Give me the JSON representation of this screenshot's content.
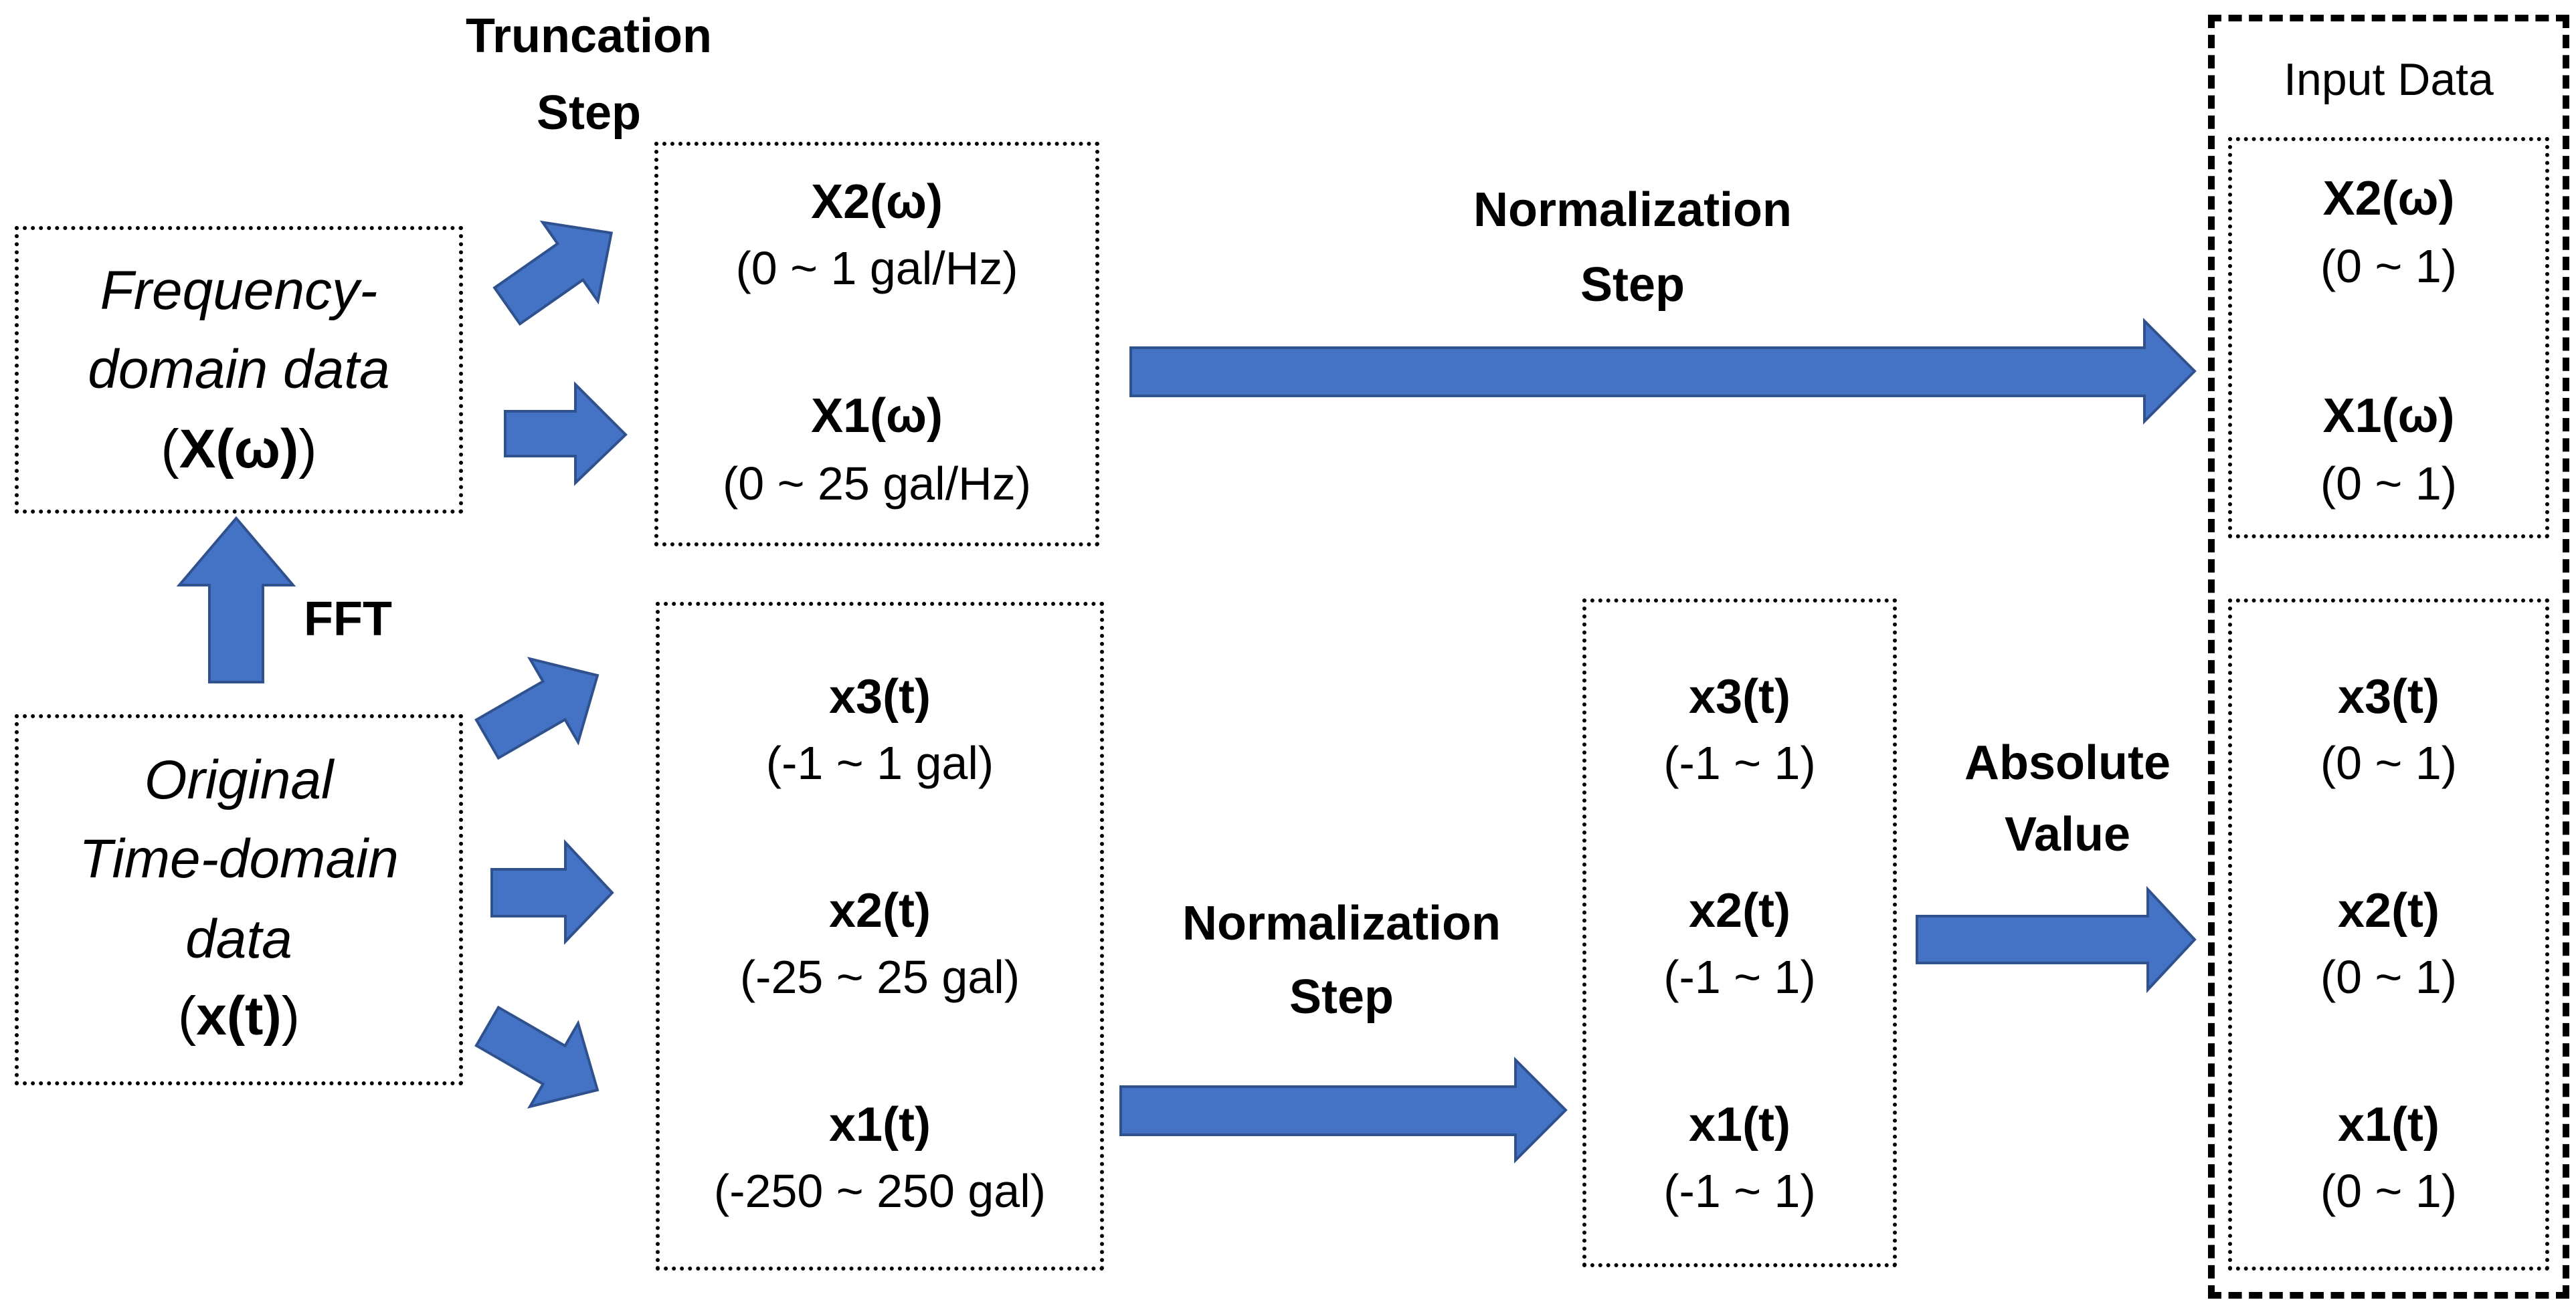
{
  "labels": {
    "truncation_line1": "Truncation",
    "truncation_line2": "Step",
    "normalization_top_line1": "Normalization",
    "normalization_top_line2": "Step",
    "normalization_bottom_line1": "Normalization",
    "normalization_bottom_line2": "Step",
    "absolute_line1": "Absolute",
    "absolute_line2": "Value",
    "fft": "FFT",
    "input_data": "Input Data"
  },
  "frequency_box": {
    "line1": "Frequency-",
    "line2": "domain data",
    "symbol_open": "(",
    "symbol": "X(ω)",
    "symbol_close": ")"
  },
  "time_box": {
    "line1": "Original",
    "line2": "Time-domain",
    "line3": "data",
    "symbol_open": "(",
    "symbol": "x(t)",
    "symbol_close": ")"
  },
  "truncated_freq": [
    {
      "name": "X2(ω)",
      "range": "(0 ~ 1 gal/Hz)"
    },
    {
      "name": "X1(ω)",
      "range": "(0 ~ 25 gal/Hz)"
    }
  ],
  "truncated_time": [
    {
      "name": "x3(t)",
      "range": "(-1 ~ 1 gal)"
    },
    {
      "name": "x2(t)",
      "range": "(-25 ~ 25 gal)"
    },
    {
      "name": "x1(t)",
      "range": "(-250 ~ 250 gal)"
    }
  ],
  "normalized_time": [
    {
      "name": "x3(t)",
      "range": "(-1 ~ 1)"
    },
    {
      "name": "x2(t)",
      "range": "(-1 ~ 1)"
    },
    {
      "name": "x1(t)",
      "range": "(-1 ~ 1)"
    }
  ],
  "input_freq": [
    {
      "name": "X2(ω)",
      "range": "(0 ~ 1)"
    },
    {
      "name": "X1(ω)",
      "range": "(0 ~ 1)"
    }
  ],
  "input_time": [
    {
      "name": "x3(t)",
      "range": "(0 ~ 1)"
    },
    {
      "name": "x2(t)",
      "range": "(0 ~ 1)"
    },
    {
      "name": "x1(t)",
      "range": "(0 ~ 1)"
    }
  ],
  "colors": {
    "arrow_fill": "#4472C4",
    "arrow_stroke": "#2F528F"
  }
}
